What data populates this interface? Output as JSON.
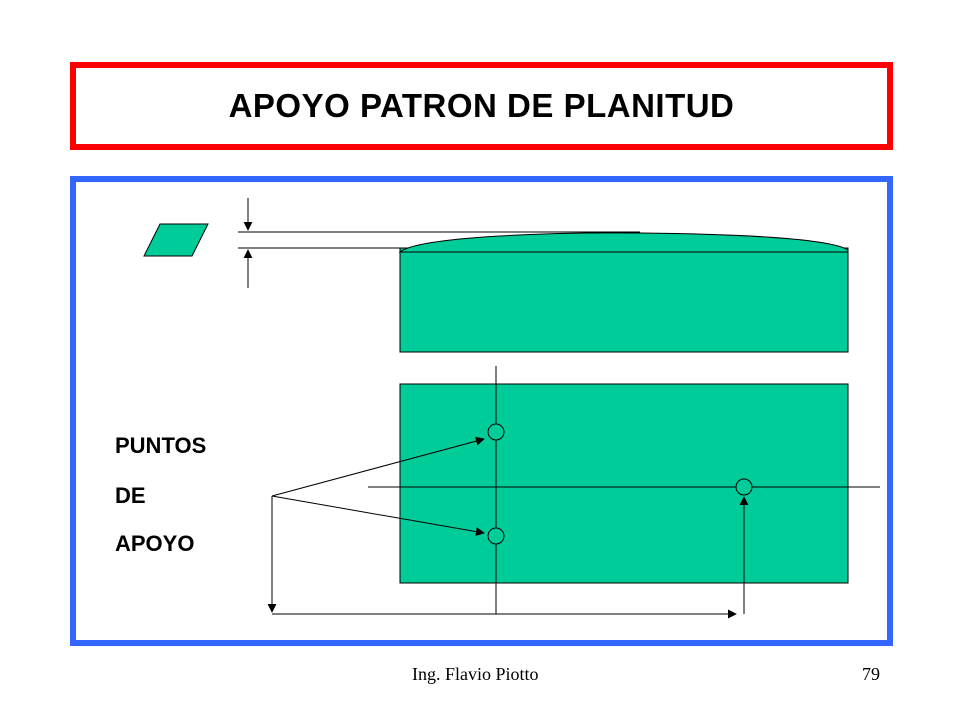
{
  "slide": {
    "title": "APOYO PATRON DE PLANITUD",
    "support_label": [
      "PUNTOS",
      "DE",
      "APOYO"
    ],
    "footer_author": "Ing.  Flavio Piotto",
    "page_number": "79"
  },
  "colors": {
    "title_border": "#ff0000",
    "frame_border": "#3366ff",
    "block_fill": "#00cc99",
    "line": "#000000"
  },
  "icons": {
    "flatness_symbol": "parallelogram-icon"
  }
}
